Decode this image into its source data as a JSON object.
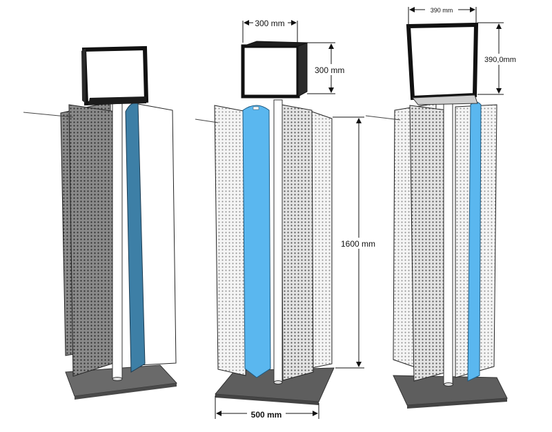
{
  "dimensions": {
    "header_width": "300 mm",
    "header_height": "300 mm",
    "tower_height": "1600 mm",
    "base_width": "500 mm",
    "frame_width": "390 mm",
    "frame_height": "390,0mm"
  },
  "colors": {
    "dark_blue_panel": "#3d7fa6",
    "light_blue_panel": "#5ab7ef",
    "base": "#5e5e5e",
    "pegboard_dark": "#6a6a6a",
    "pegboard_light": "#d8d8d8"
  }
}
